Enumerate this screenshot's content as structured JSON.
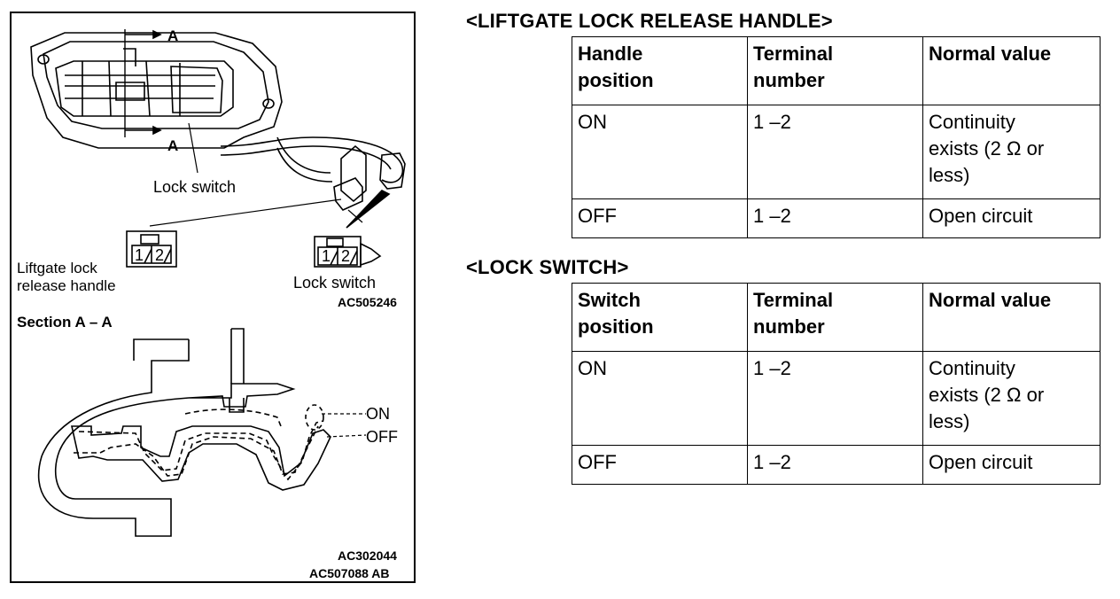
{
  "figure": {
    "labels": {
      "section_arrow_top": "A",
      "section_arrow_bottom": "A",
      "lock_switch_callout": "Lock switch",
      "connector_handle_terminals": [
        "1",
        "2"
      ],
      "connector_switch_terminals": [
        "1",
        "2"
      ],
      "handle_connector_label_line1": "Liftgate lock",
      "handle_connector_label_line2": "release handle",
      "switch_connector_label": "Lock switch",
      "code_top": "AC505246",
      "section_title": "Section A – A",
      "on_label": "ON",
      "off_label": "OFF",
      "code_section": "AC302044",
      "code_figure": "AC507088 AB"
    }
  },
  "liftgate": {
    "title": "<LIFTGATE LOCK RELEASE HANDLE>",
    "headers": [
      "Handle\nposition",
      "Terminal\nnumber",
      "Normal value"
    ],
    "rows": [
      [
        "ON",
        "1 –2",
        "Continuity\nexists (2 Ω or\nless)"
      ],
      [
        "OFF",
        "1 –2",
        "Open circuit"
      ]
    ]
  },
  "lockswitch": {
    "title": "<LOCK SWITCH>",
    "headers": [
      "Switch\nposition",
      "Terminal\nnumber",
      "Normal value"
    ],
    "rows": [
      [
        "ON",
        "1 –2",
        "Continuity\nexists (2 Ω or\nless)"
      ],
      [
        "OFF",
        "1 –2",
        "Open circuit"
      ]
    ]
  }
}
